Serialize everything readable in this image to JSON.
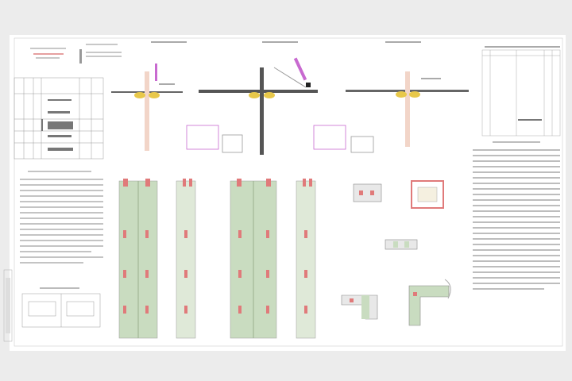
{
  "drawing": {
    "type": "engineering-sheet",
    "colors": {
      "background": "#ececec",
      "paper": "#ffffff",
      "line": "#8a8a8a",
      "text_line": "#b5b5b5",
      "pile": "#f2c9b8",
      "grout": "#e8c84a",
      "rebar_panel": "#c9dcc0",
      "marker": "#e07a7a",
      "annotation": "#c86ad0",
      "dark_element": "#444444"
    },
    "sections": [
      "section-1",
      "section-2",
      "section-3"
    ],
    "column_views": 4,
    "details": 5
  }
}
